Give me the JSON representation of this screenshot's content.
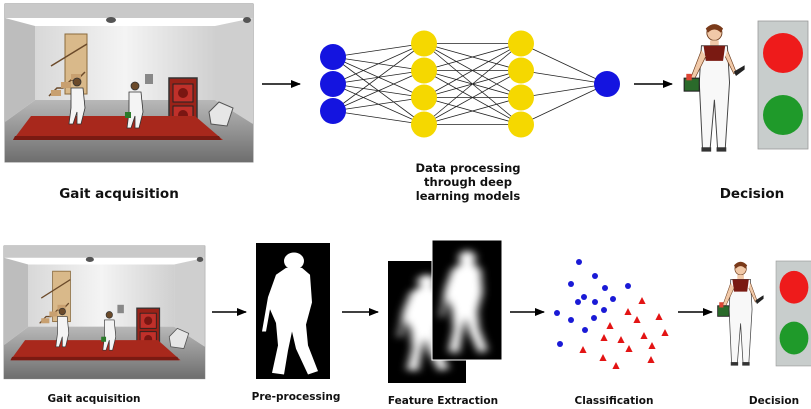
{
  "top_row": {
    "labels": {
      "acquisition": "Gait acquisition",
      "processing_line1": "Data processing",
      "processing_line2": "through deep",
      "processing_line3": "learning models",
      "decision": "Decision"
    },
    "network": {
      "layers": [
        3,
        4,
        4,
        1
      ],
      "colors": [
        "#1414e0",
        "#f5d800",
        "#f5d800",
        "#1414e0"
      ]
    }
  },
  "bottom_row": {
    "labels": {
      "acquisition": "Gait acquisition",
      "preprocessing": "Pre-processing",
      "feature_extraction": "Feature Extraction",
      "classification": "Classification",
      "decision": "Decision"
    }
  },
  "colors": {
    "traffic_red": "#ee1b1b",
    "traffic_green": "#1f9a2a",
    "traffic_panel": "#c8cdcc",
    "class_blue": "#1a1ad6",
    "class_red": "#e31414",
    "carpet": "#a8281c",
    "arrow": "#000000"
  }
}
